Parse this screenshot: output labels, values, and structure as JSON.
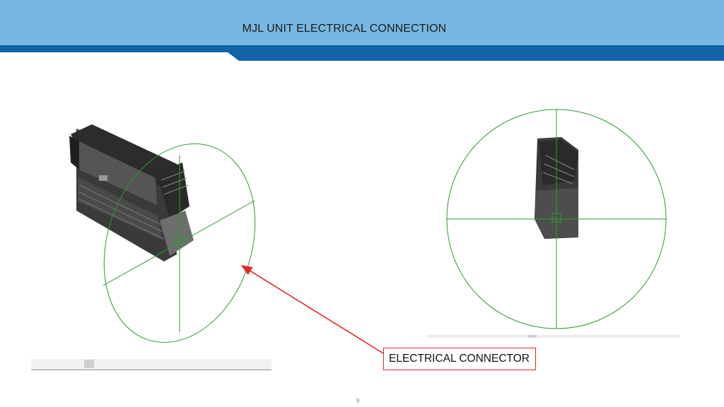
{
  "header": {
    "title": "MJL UNIT ELECTRICAL CONNECTION",
    "colors": {
      "light_band": "#77b8e2",
      "dark_band": "#1262a8"
    }
  },
  "callout": {
    "label": "ELECTRICAL CONNECTOR",
    "border_color": "#e3262a"
  },
  "footer": {
    "page_number": "9"
  },
  "figures": {
    "gizmo_color": "#2e9a2e",
    "arrow_color": "#e3262a",
    "model_color": "#3a3a3a"
  }
}
